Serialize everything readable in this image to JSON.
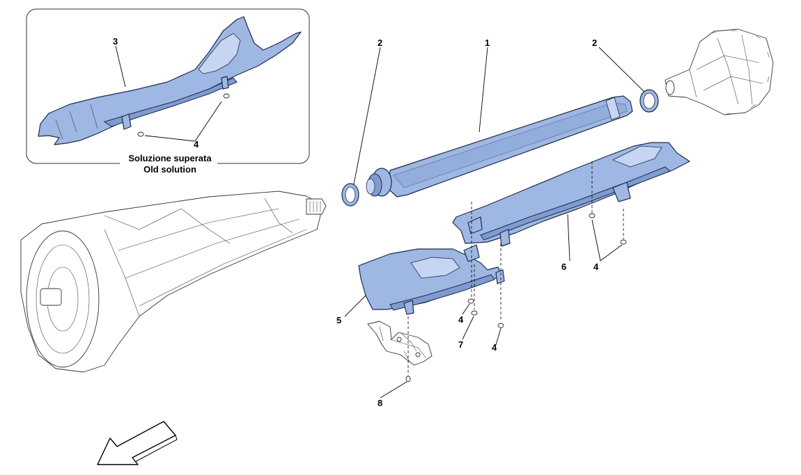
{
  "inset": {
    "caption_line1": "Soluzione superata",
    "caption_line2": "Old solution"
  },
  "callouts": {
    "c1": "1",
    "c2a": "2",
    "c2b": "2",
    "c3": "3",
    "c4_inset": "4",
    "c4_right": "4",
    "c4_mid": "4",
    "c4_low": "4",
    "c5": "5",
    "c6": "6",
    "c7": "7",
    "c8": "8"
  },
  "colors": {
    "part_fill": "#9fb7e3",
    "outline": "#1c2b4a",
    "background": "#ffffff"
  },
  "icons": {
    "direction_arrow": "front-direction-arrow-icon"
  }
}
